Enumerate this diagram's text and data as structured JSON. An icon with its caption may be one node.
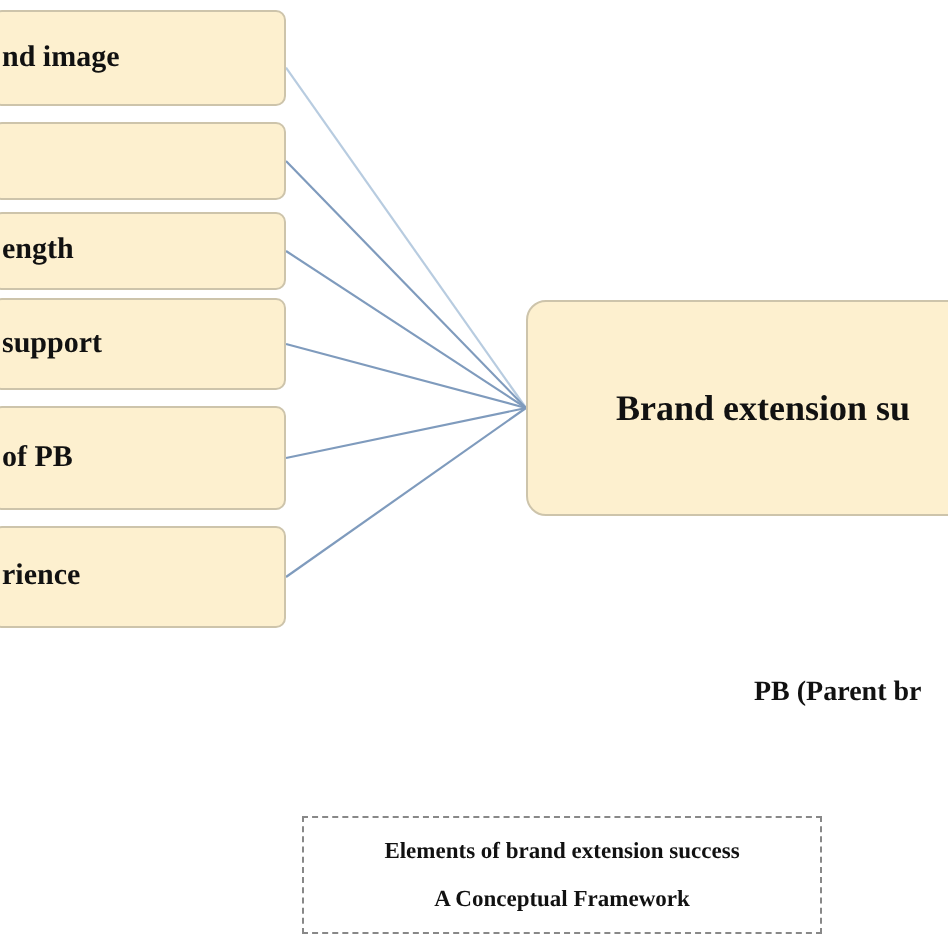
{
  "diagram": {
    "nodes": [
      {
        "text": [
          "nd image"
        ]
      },
      {
        "text": [],
        "shape": "box"
      },
      {
        "text": [
          "ength"
        ]
      },
      {
        "text": [
          "support"
        ]
      },
      {
        "text": [
          "of PB"
        ]
      },
      {
        "text": [
          "rience"
        ]
      },
      {
        "text": [
          "Brand extension su"
        ]
      },
      {
        "text": [
          "Elements of brand extension success",
          "A Conceptual Framework"
        ]
      }
    ],
    "edges": [
      {
        "from": 0,
        "to": 6,
        "arrow": "none",
        "color": "#b8cce0"
      },
      {
        "from": 1,
        "to": 6,
        "arrow": "none"
      },
      {
        "from": 2,
        "to": 6,
        "arrow": "none"
      },
      {
        "from": 3,
        "to": 6,
        "arrow": "none"
      },
      {
        "from": 4,
        "to": 6,
        "arrow": "none"
      },
      {
        "from": 5,
        "to": 6,
        "arrow": "none"
      }
    ],
    "labels": [
      "PB (Parent br"
    ]
  }
}
